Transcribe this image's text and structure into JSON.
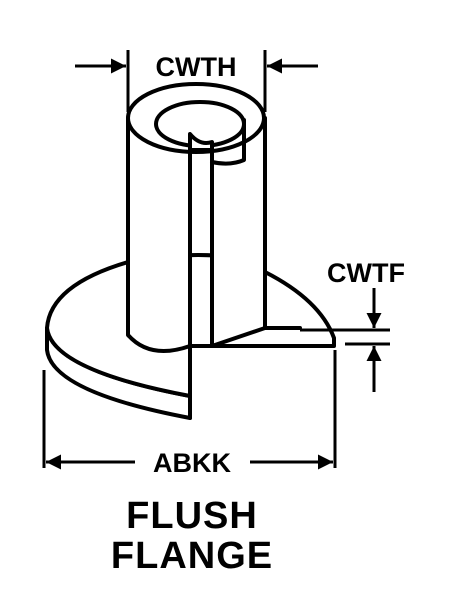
{
  "dimensions": {
    "top_width": "CWTH",
    "flange_thickness": "CWTF",
    "overall_width": "ABKK"
  },
  "caption": {
    "line1": "FLUSH",
    "line2": "FLANGE"
  },
  "colors": {
    "ink": "#000000",
    "paper": "#ffffff"
  }
}
